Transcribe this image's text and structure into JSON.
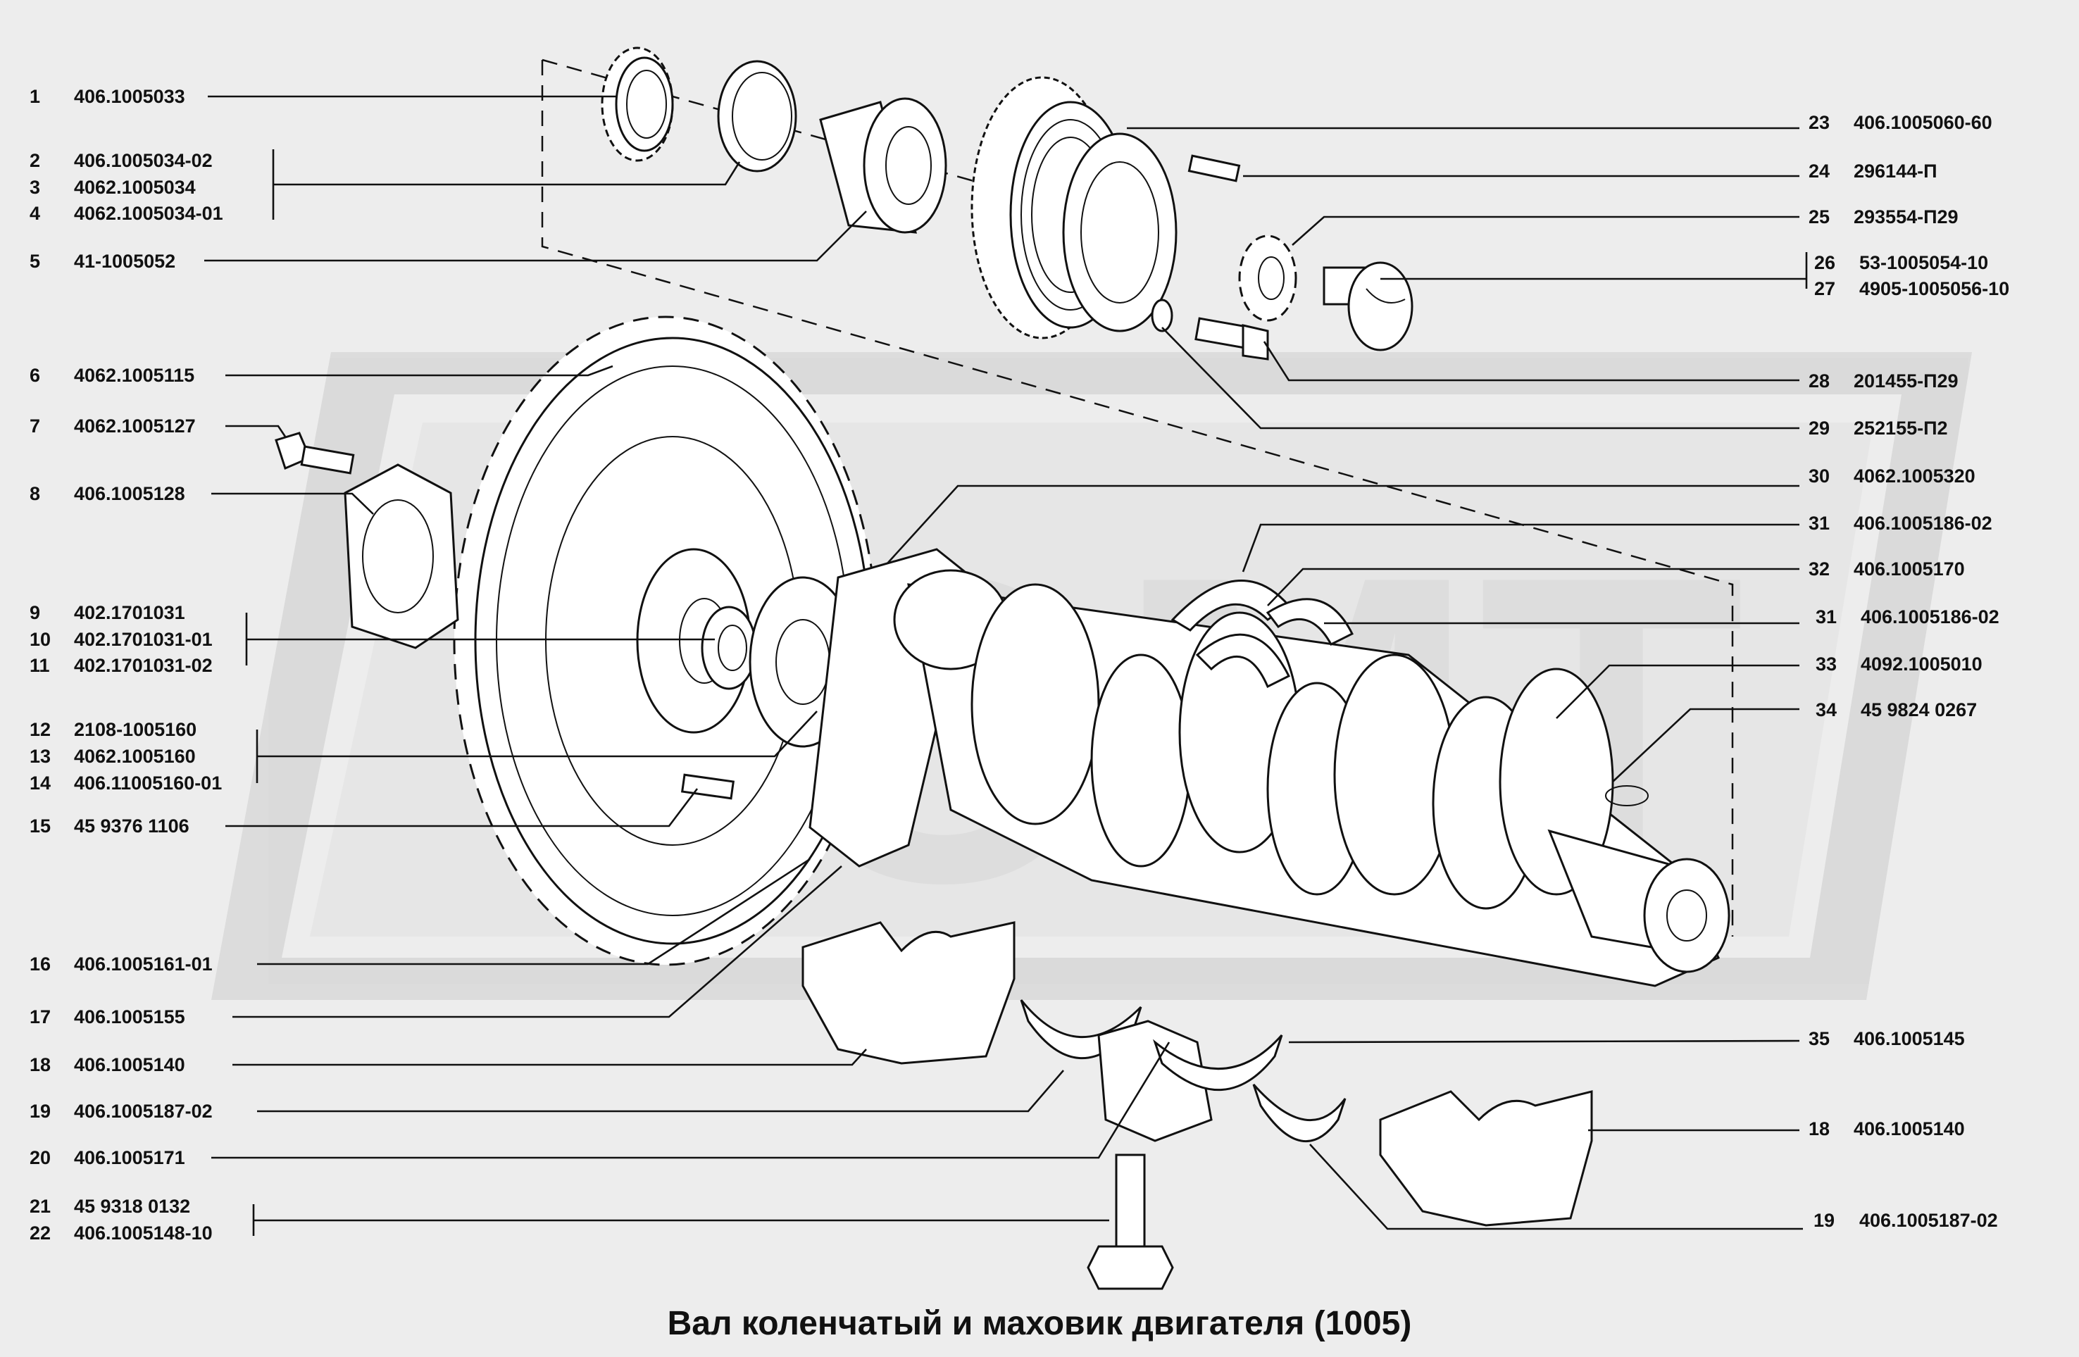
{
  "title": "Вал коленчатый и маховик двигателя (1005)",
  "colors": {
    "background": "#ededed",
    "ink": "#111111",
    "watermark": "#d9d9d9"
  },
  "left_parts": [
    {
      "num": "1",
      "code": "406.1005033"
    },
    {
      "num": "2",
      "code": "406.1005034-02"
    },
    {
      "num": "3",
      "code": "4062.1005034"
    },
    {
      "num": "4",
      "code": "4062.1005034-01"
    },
    {
      "num": "5",
      "code": "41-1005052"
    },
    {
      "num": "6",
      "code": "4062.1005115"
    },
    {
      "num": "7",
      "code": "4062.1005127"
    },
    {
      "num": "8",
      "code": "406.1005128"
    },
    {
      "num": "9",
      "code": "402.1701031"
    },
    {
      "num": "10",
      "code": "402.1701031-01"
    },
    {
      "num": "11",
      "code": "402.1701031-02"
    },
    {
      "num": "12",
      "code": "2108-1005160"
    },
    {
      "num": "13",
      "code": "4062.1005160"
    },
    {
      "num": "14",
      "code": "406.11005160-01"
    },
    {
      "num": "15",
      "code": "45 9376 1106"
    },
    {
      "num": "16",
      "code": "406.1005161-01"
    },
    {
      "num": "17",
      "code": "406.1005155"
    },
    {
      "num": "18",
      "code": "406.1005140"
    },
    {
      "num": "19",
      "code": "406.1005187-02"
    },
    {
      "num": "20",
      "code": "406.1005171"
    },
    {
      "num": "21",
      "code": "45 9318 0132"
    },
    {
      "num": "22",
      "code": "406.1005148-10"
    }
  ],
  "right_parts": [
    {
      "num": "23",
      "code": "406.1005060-60"
    },
    {
      "num": "24",
      "code": "296144-П"
    },
    {
      "num": "25",
      "code": "293554-П29"
    },
    {
      "num": "26",
      "code": "53-1005054-10"
    },
    {
      "num": "27",
      "code": "4905-1005056-10"
    },
    {
      "num": "28",
      "code": "201455-П29"
    },
    {
      "num": "29",
      "code": "252155-П2"
    },
    {
      "num": "30",
      "code": "4062.1005320"
    },
    {
      "num": "31",
      "code": "406.1005186-02"
    },
    {
      "num": "32",
      "code": "406.1005170"
    },
    {
      "num": "31",
      "code": "406.1005186-02"
    },
    {
      "num": "33",
      "code": "4092.1005010"
    },
    {
      "num": "34",
      "code": "45 9824 0267"
    },
    {
      "num": "35",
      "code": "406.1005145"
    },
    {
      "num": "18",
      "code": "406.1005140"
    },
    {
      "num": "19",
      "code": "406.1005187-02"
    }
  ]
}
